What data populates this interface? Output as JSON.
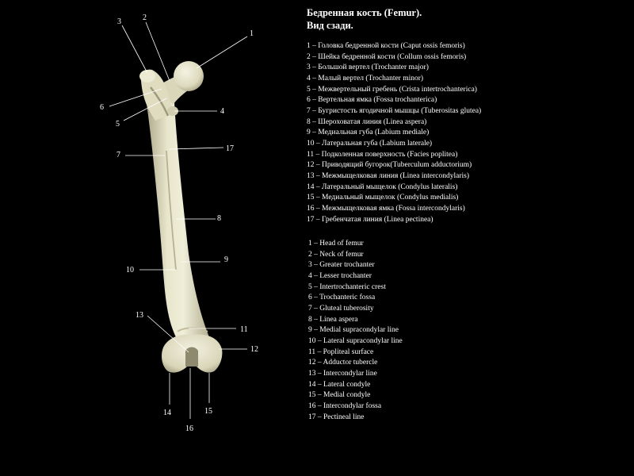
{
  "title_ru_line1": "Бедренная кость (Femur).",
  "title_ru_line2": "Вид сзади.",
  "legend_ru": [
    "1 – Головка бедренной кости (Caput ossis femoris)",
    "2 – Шейка бедренной кости (Collum ossis femoris)",
    "3 – Большой вертел (Trochanter major)",
    "4 – Малый вертел (Trochanter minor)",
    "5 – Межвертельный гребень (Crista intertrochanterica)",
    "6 – Вертельная ямка (Fossa trochanterica)",
    "7 – Бугристость ягодичной мышцы (Tuberositas glutea)",
    "8 – Шероховатая линия (Linea aspera)",
    "9 – Медиальная губа (Labium mediale)",
    "10 – Латеральная губа (Labium laterale)",
    "11 – Подколенная поверхность (Facies poplitea)",
    "12 – Приводящий бугорок(Tuberculum adductorium)",
    "13 – Межмыщелковая линия (Linea intercondylaris)",
    "14 – Латеральный мыщелок (Condylus lateralis)",
    "15 – Медиальный мыщелок (Condylus medialis)",
    "16 – Межмыщелковая ямка (Fossa intercondylaris)",
    "17 – Гребенчатая линия (Linea pectinea)"
  ],
  "legend_en": [
    "1 – Head of femur",
    "2 – Neck of femur",
    "3 – Greater trochanter",
    "4 – Lesser trochanter",
    "5 – Intertrochanteric crest",
    "6 – Trochanteric fossa",
    "7 – Gluteal tuberosity",
    "8 – Linea aspera",
    "9 – Medial supracondylar line",
    "10 – Lateral supracondylar line",
    "11 – Popliteal surface",
    "12 – Adductor tubercle",
    "13 – Intercondylar line",
    "14 – Lateral condyle",
    "15 – Medial condyle",
    "16 – Intercondylar fossa",
    "17 – Pectineal line"
  ],
  "labels": [
    "1",
    "2",
    "3",
    "4",
    "5",
    "6",
    "7",
    "8",
    "9",
    "10",
    "11",
    "12",
    "13",
    "14",
    "15",
    "16",
    "17"
  ],
  "colors": {
    "background": "#000000",
    "text": "#ffffff",
    "bone_light": "#ecebd3",
    "bone_mid": "#d6d3b4",
    "bone_shadow": "#aaa68a",
    "leader_line": "#ffffff"
  }
}
